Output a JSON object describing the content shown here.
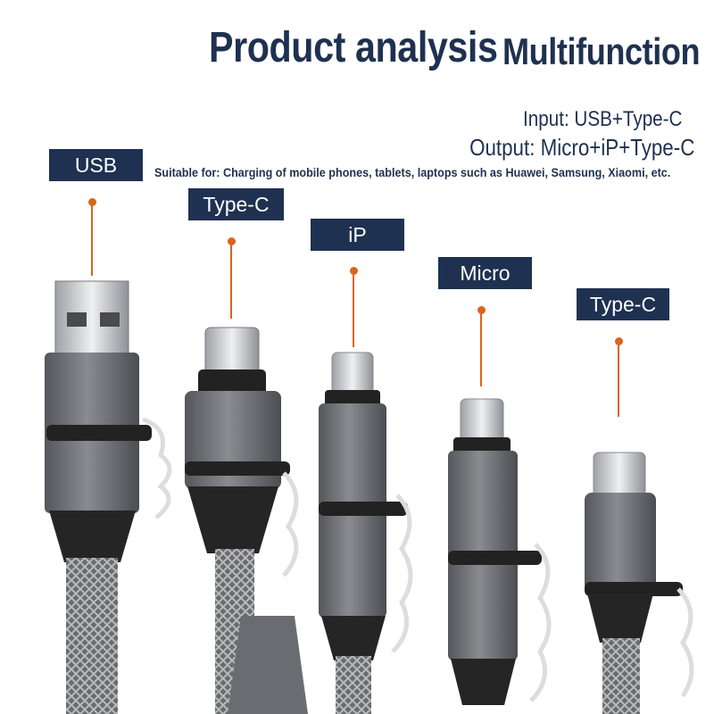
{
  "header": {
    "title": "Product analysis",
    "subtitle": "Multifunction"
  },
  "specs": {
    "input": "Input: USB+Type-C",
    "output": "Output: Micro+iP+Type-C",
    "suitable": "Suitable for: Charging of mobile phones, tablets, laptops such as Huawei, Samsung, Xiaomi, etc."
  },
  "connectors": [
    {
      "label": "USB"
    },
    {
      "label": "Type-C"
    },
    {
      "label": "iP"
    },
    {
      "label": "Micro"
    },
    {
      "label": "Type-C"
    }
  ],
  "colors": {
    "brand": "#1f3151",
    "leader": "#d9651c",
    "housing": "#6f7075",
    "metal": "#c9cbce"
  }
}
